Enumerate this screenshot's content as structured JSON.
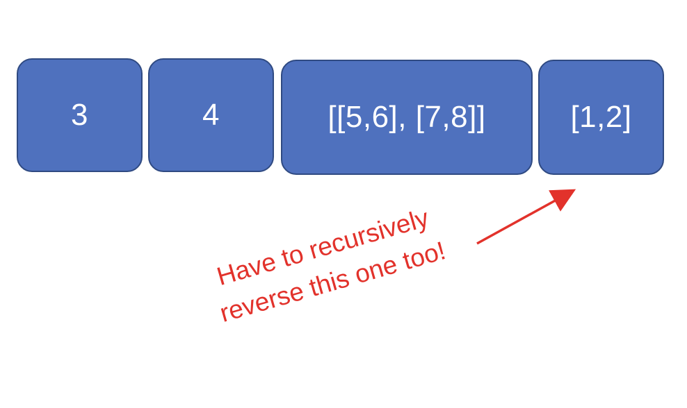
{
  "boxes": [
    {
      "label": "3"
    },
    {
      "label": "4"
    },
    {
      "label": "[[5,6], [7,8]]"
    },
    {
      "label": "[1,2]"
    }
  ],
  "annotation": {
    "line1": "Have to recursively",
    "line2": "reverse this one too!"
  },
  "colors": {
    "box_fill": "#4f71be",
    "box_border": "#2f4a82",
    "box_text": "#ffffff",
    "annotation": "#e2322b"
  }
}
